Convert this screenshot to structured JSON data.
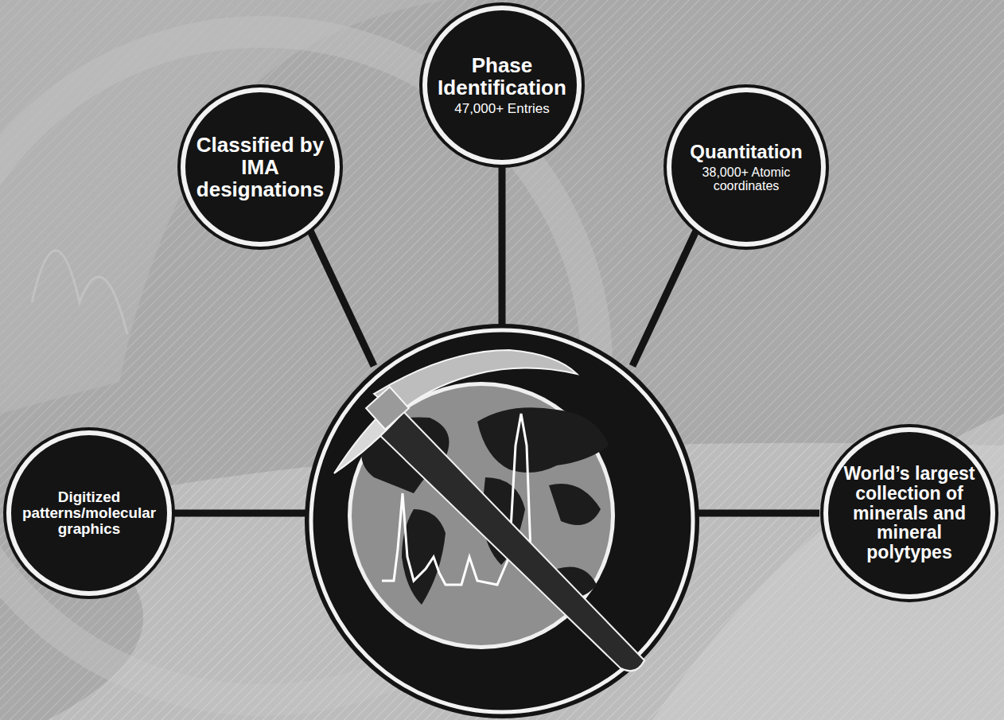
{
  "diagram": {
    "nodes": [
      {
        "text": [
          "Phase Identification",
          "47,000+ Entries"
        ]
      },
      {
        "text": [
          "Classified by IMA designations"
        ]
      },
      {
        "text": [
          "Quantitation",
          "38,000+ Atomic coordinates"
        ]
      },
      {
        "text": [
          "Digitized patterns/molecular graphics"
        ]
      },
      {
        "text": [
          "World’s largest collection of minerals and mineral polytypes"
        ]
      }
    ]
  }
}
